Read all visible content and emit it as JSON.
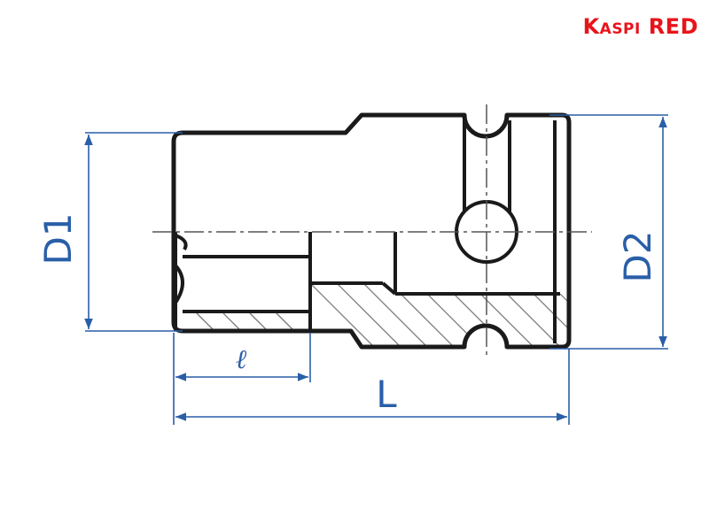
{
  "brand": {
    "text": "Kaspi RED",
    "color": "#e8141b"
  },
  "dimensions": {
    "D1": "D1",
    "D2": "D2",
    "L": "L",
    "l": "ℓ"
  },
  "colors": {
    "outline": "#1a1a1a",
    "dimension": "#2a5fa8",
    "hatch": "#7a7a7a",
    "centerline": "#555555"
  }
}
